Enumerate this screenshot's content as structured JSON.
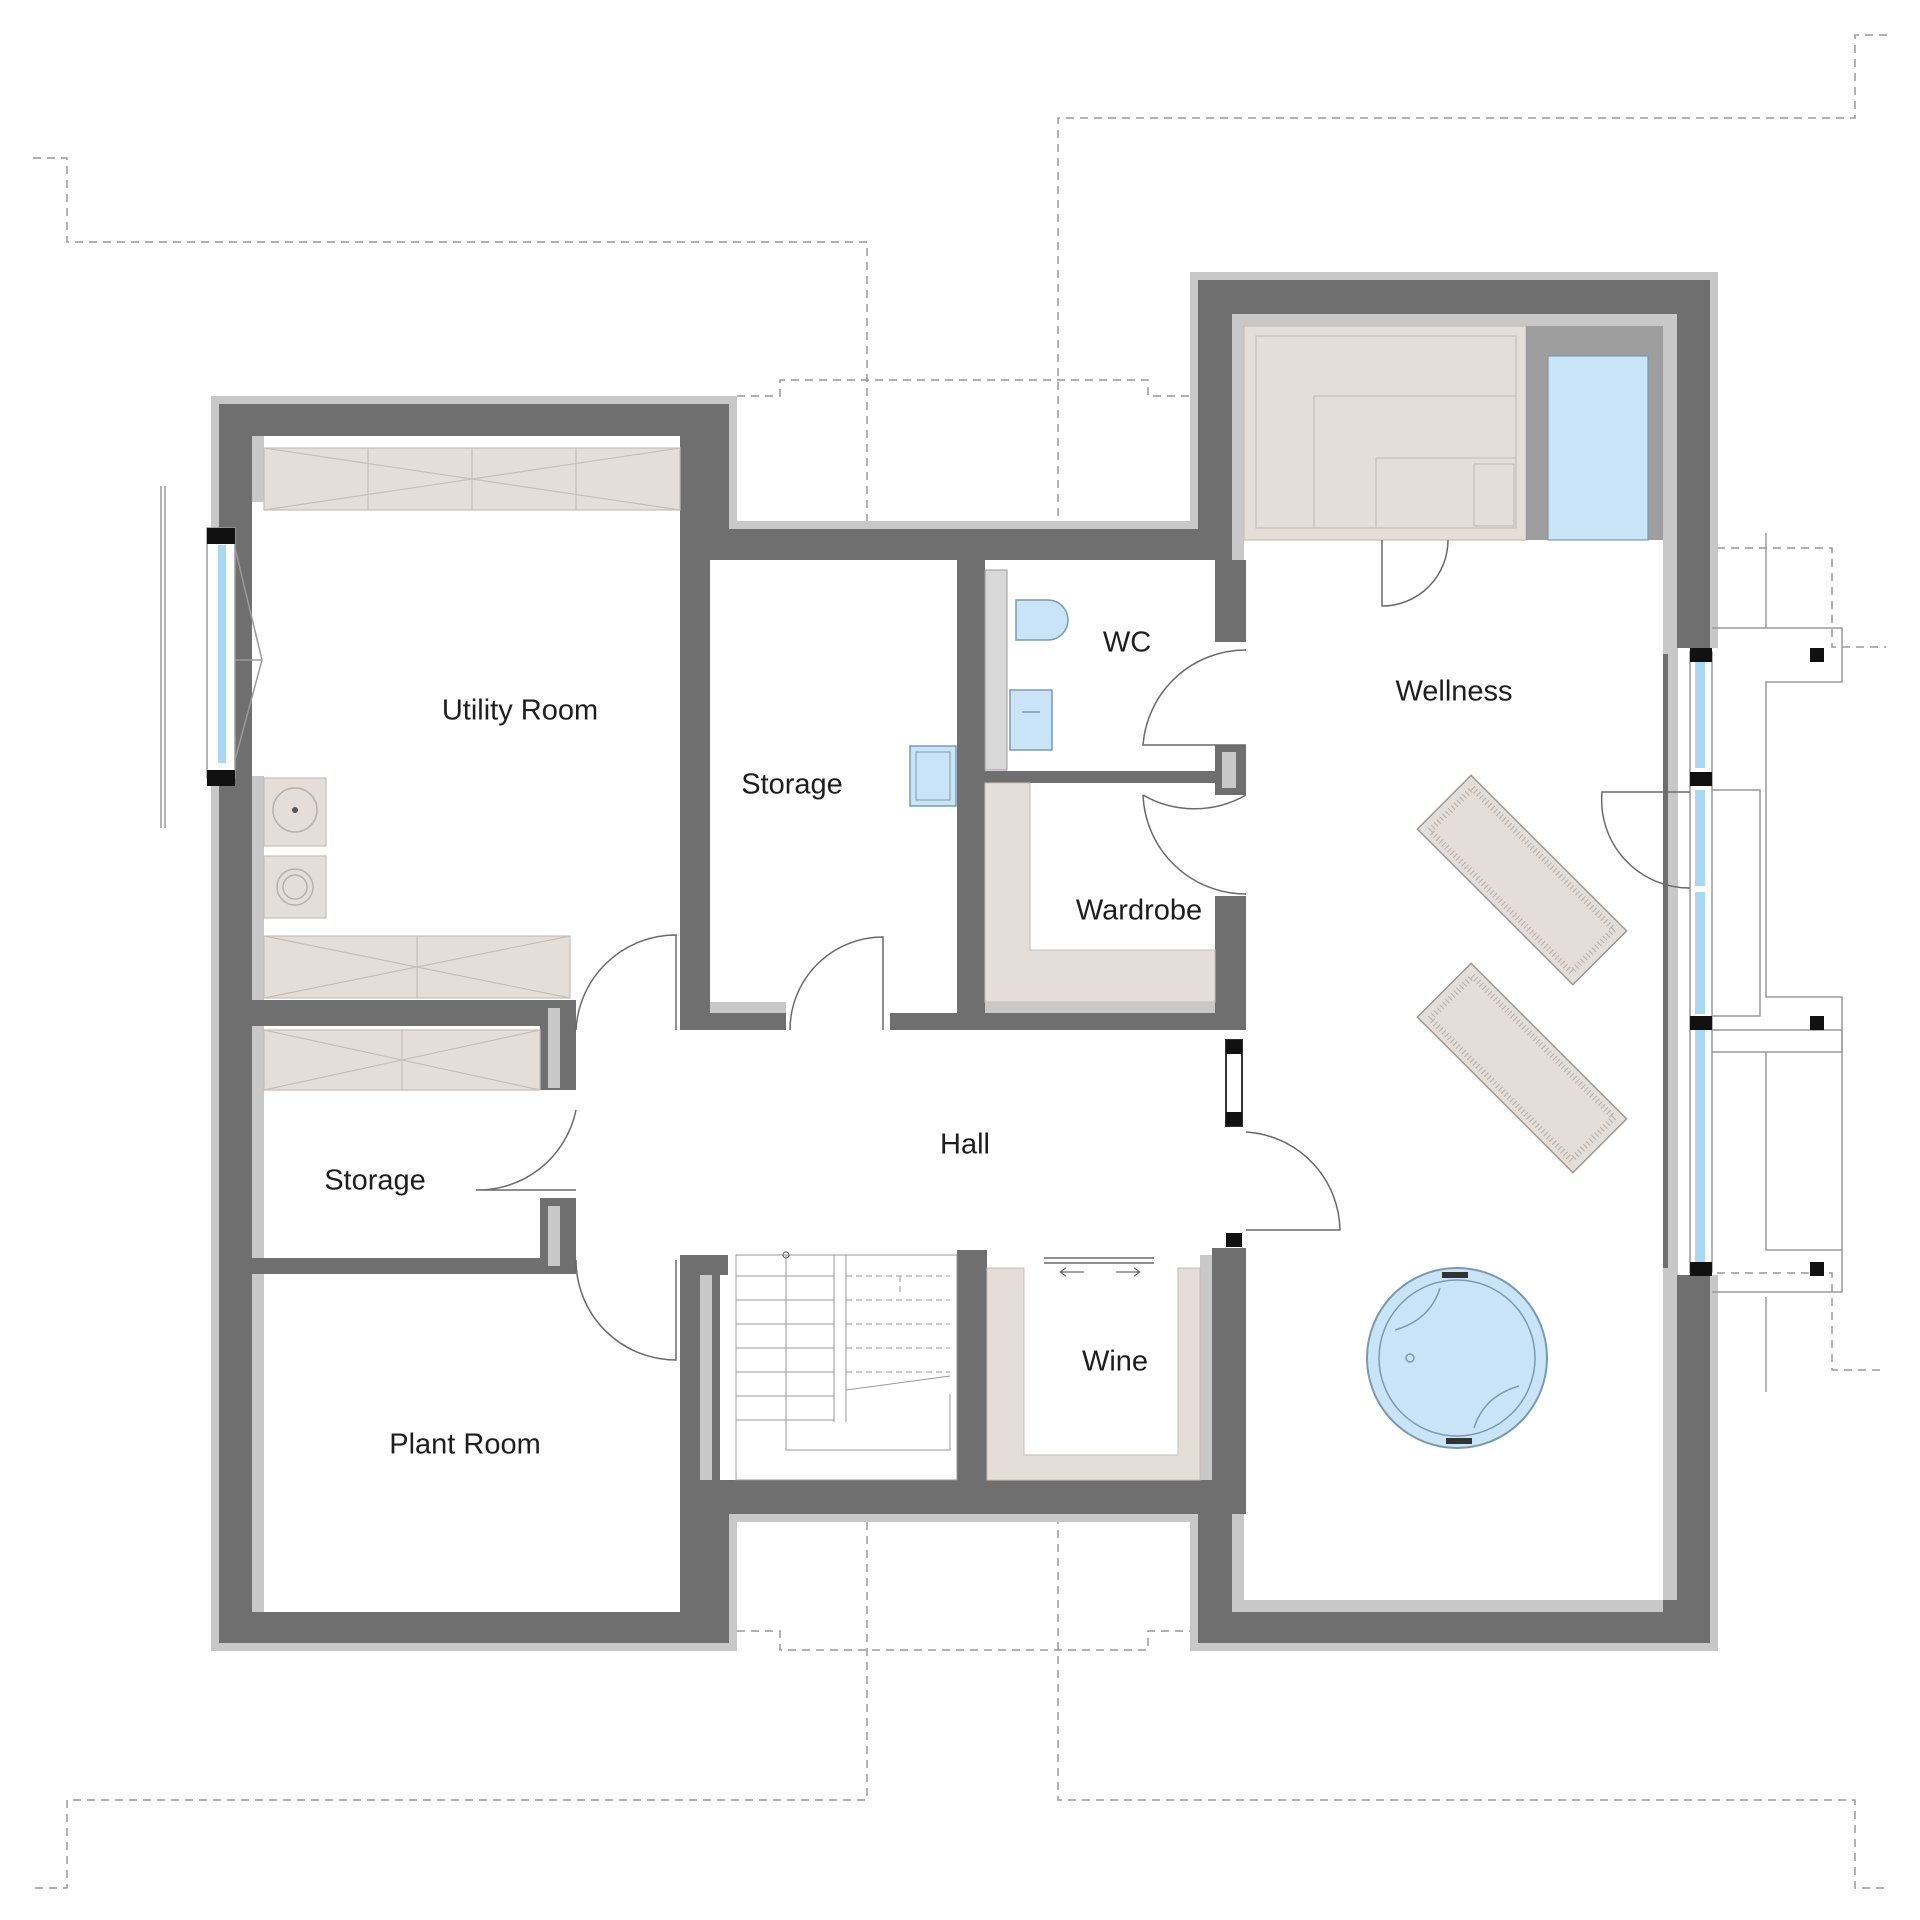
{
  "colors": {
    "wall_dark": "#6f6f6f",
    "wall_light": "#c8c8c8",
    "furniture_beige": "#e4ddd8",
    "water_blue": "#c9e4f6",
    "glass_blue": "#a9d8f2",
    "outline": "#9a9a9a"
  },
  "rooms": {
    "utility": "Utility Room",
    "storage_mid": "Storage",
    "storage_left": "Storage",
    "wc": "WC",
    "wardrobe": "Wardrobe",
    "wellness": "Wellness",
    "hall": "Hall",
    "wine": "Wine",
    "plant": "Plant Room"
  }
}
